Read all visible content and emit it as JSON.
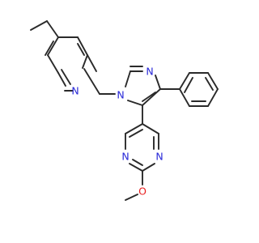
{
  "molecule": {
    "atoms": {
      "pyridine_n": {
        "label": "N",
        "color": "#2828d8"
      },
      "imidazole_n_top": {
        "label": "N",
        "color": "#2828d8"
      },
      "imidazole_n_sub": {
        "label": "N",
        "color": "#2828d8"
      },
      "pyrimidine_n_left": {
        "label": "N",
        "color": "#2828d8"
      },
      "pyrimidine_n_right": {
        "label": "N",
        "color": "#2828d8"
      },
      "methoxy_o": {
        "label": "O",
        "color": "#e81c1c"
      }
    },
    "bond_color": "#2a2a2a"
  }
}
